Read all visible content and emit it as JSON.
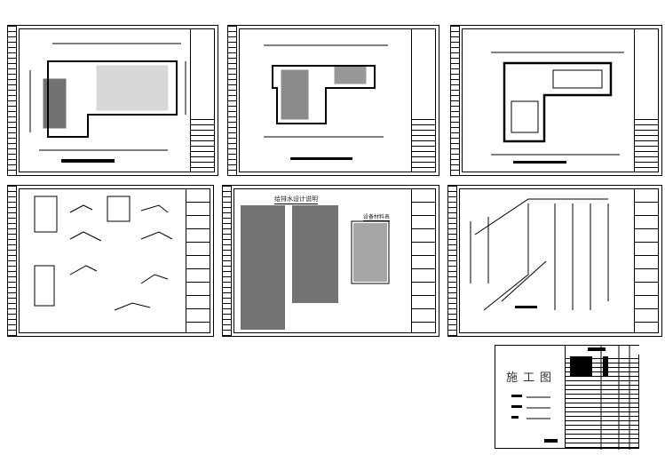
{
  "sheets": {
    "design_notes": {
      "title": "给排水设计说明",
      "table_title": "设备材料表"
    },
    "cover": {
      "title": "施工图"
    }
  },
  "colors": {
    "line": "#000000",
    "background": "#ffffff"
  }
}
